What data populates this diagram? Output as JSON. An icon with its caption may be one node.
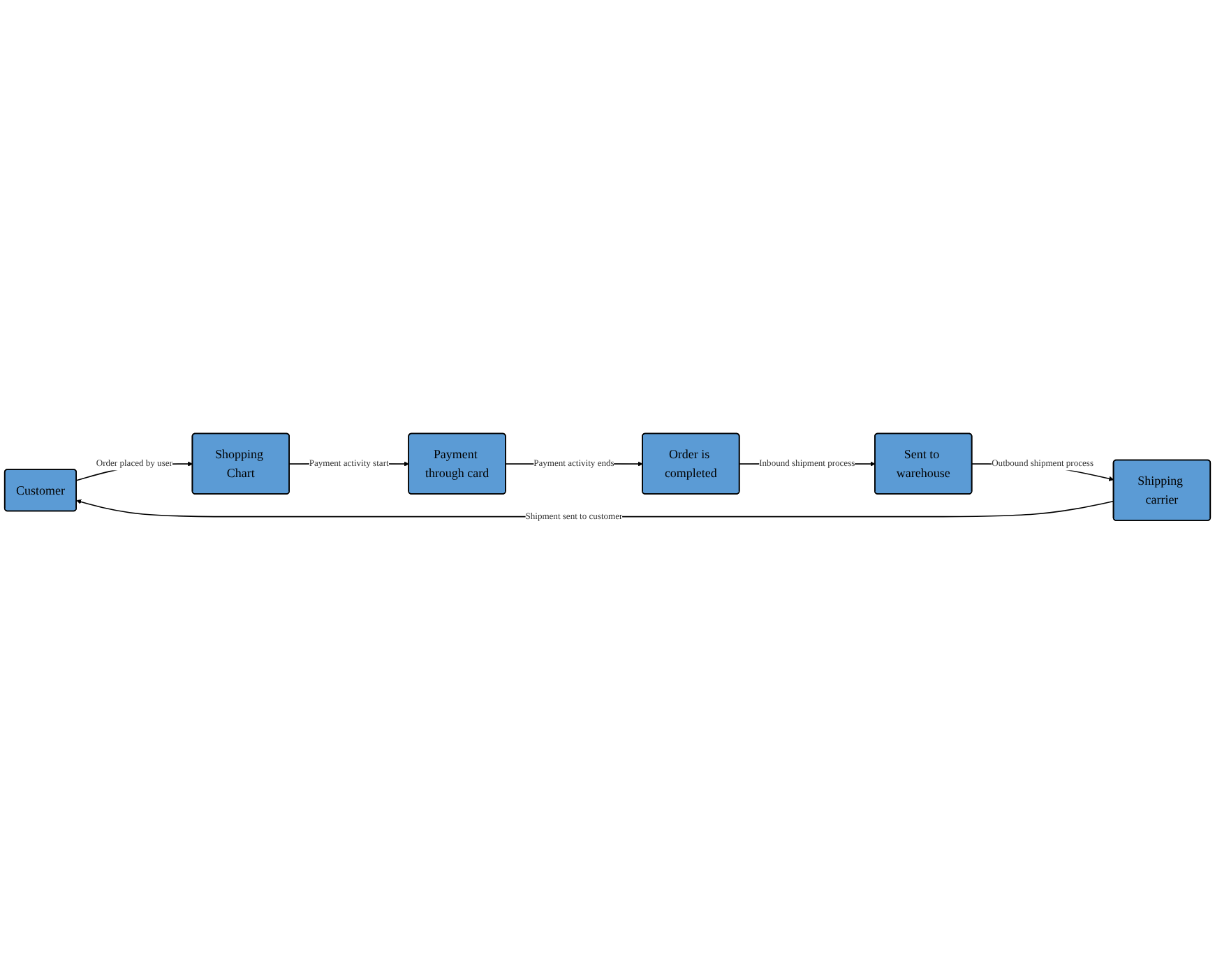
{
  "diagram": {
    "nodes": [
      {
        "text": [
          "Customer"
        ]
      },
      {
        "text": [
          "Shopping Chart"
        ]
      },
      {
        "text": [
          "Payment through card"
        ]
      },
      {
        "text": [
          "Order is completed"
        ]
      },
      {
        "text": [
          "Sent to warehouse"
        ]
      },
      {
        "text": [
          "Shipping carrier"
        ]
      }
    ],
    "edges": [
      {
        "from": 0,
        "to": 1,
        "arrow": "to",
        "label": "Order placed by user"
      },
      {
        "from": 1,
        "to": 2,
        "arrow": "to",
        "label": "Payment activity start"
      },
      {
        "from": 2,
        "to": 3,
        "arrow": "to",
        "label": "Payment activity ends"
      },
      {
        "from": 3,
        "to": 4,
        "arrow": "to",
        "label": "Inbound shipment process"
      },
      {
        "from": 4,
        "to": 5,
        "arrow": "to",
        "label": "Outbound shipment process"
      },
      {
        "from": 5,
        "to": 0,
        "arrow": "to",
        "label": "Shipment sent to customer"
      }
    ]
  }
}
